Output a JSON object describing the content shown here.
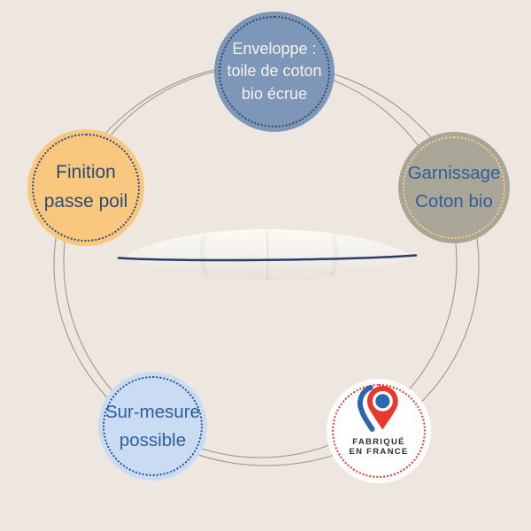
{
  "canvas": {
    "background": "#EEE7DF",
    "ring_color": "#8E8981"
  },
  "bubbles": [
    {
      "id": "enveloppe",
      "label": "Enveloppe :\ntoile de coton\nbio écrue",
      "fill": "#7E96B8",
      "dot_color": "#2C4A78",
      "text_color": "#F4F2ED"
    },
    {
      "id": "finition",
      "label": "Finition\npasse poil",
      "fill": "#F9C87E",
      "dot_color": "#2C4A78",
      "text_color": "#2C4A78"
    },
    {
      "id": "garnissage",
      "label": "Garnissage\nCoton bio",
      "fill": "#A9A698",
      "dot_color": "#F3CE8B",
      "text_color": "#2F5E9B"
    },
    {
      "id": "sur-mesure",
      "label": "Sur-mesure\npossible",
      "fill": "#C9DCF3",
      "dot_color": "#2D5288",
      "text_color": "#2F5E9B"
    }
  ],
  "badge": {
    "line1": "FABRIQUÉ",
    "line2": "EN FRANCE",
    "fill": "#FFFFFF",
    "dot_color": "#E23B33",
    "text_color": "#2E2E2E",
    "pin_red": "#E8372C",
    "pin_blue": "#2D66B0"
  },
  "pillow": {
    "piping_color": "#2B3C6E"
  }
}
